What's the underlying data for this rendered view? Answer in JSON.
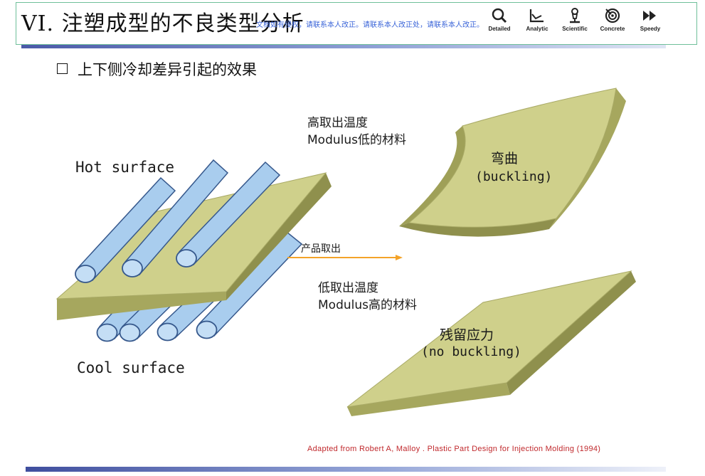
{
  "header": {
    "title": "VI.  注塑成型的不良类型分析",
    "watermark": "文档如有侵权，请联系本人改正。请联系本人改正处，请联系本人改正。"
  },
  "toolbar": {
    "items": [
      {
        "label": "Detailed",
        "icon": "magnifier-icon"
      },
      {
        "label": "Analytic",
        "icon": "line-chart-icon"
      },
      {
        "label": "Scientific",
        "icon": "microscope-icon"
      },
      {
        "label": "Concrete",
        "icon": "target-icon"
      },
      {
        "label": "Speedy",
        "icon": "fast-forward-icon"
      }
    ]
  },
  "subtitle": "上下侧冷却差异引起的效果",
  "diagram": {
    "hot_surface": "Hot surface",
    "cool_surface": "Cool surface",
    "arrow_label": "产品取出",
    "high_temp": "高取出温度",
    "high_modulus": "Modulus低的材料",
    "low_temp": "低取出温度",
    "low_modulus": "Modulus高的材料",
    "bend_cn": "弯曲",
    "bend_en": "(buckling)",
    "resid_cn": "残留应力",
    "resid_en": "(no buckling)"
  },
  "colors": {
    "plate_top": "#cfd08b",
    "plate_side": "#9fa058",
    "rod_fill": "#a9cdee",
    "rod_stroke": "#36588c",
    "arrow": "#f4a329",
    "frame": "#6fbf9a"
  },
  "citation": "Adapted from Robert A, Malloy . Plastic Part Design for Injection Molding (1994)"
}
